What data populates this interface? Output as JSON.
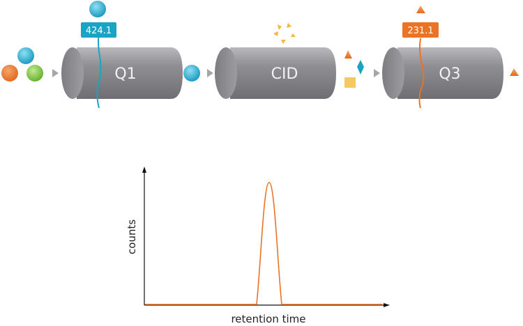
{
  "stages": {
    "q1": {
      "label": "Q1",
      "mass": "424.1"
    },
    "cid": {
      "label": "CID"
    },
    "q3": {
      "label": "Q3",
      "mass": "231.1"
    }
  },
  "chart": {
    "ylabel": "counts",
    "xlabel": "retention time"
  },
  "colors": {
    "blue": "#1ba3c6",
    "orange": "#ea7325",
    "green": "#7cc043",
    "yellow": "#f5b83a",
    "cylinder": "#8e8e93"
  }
}
